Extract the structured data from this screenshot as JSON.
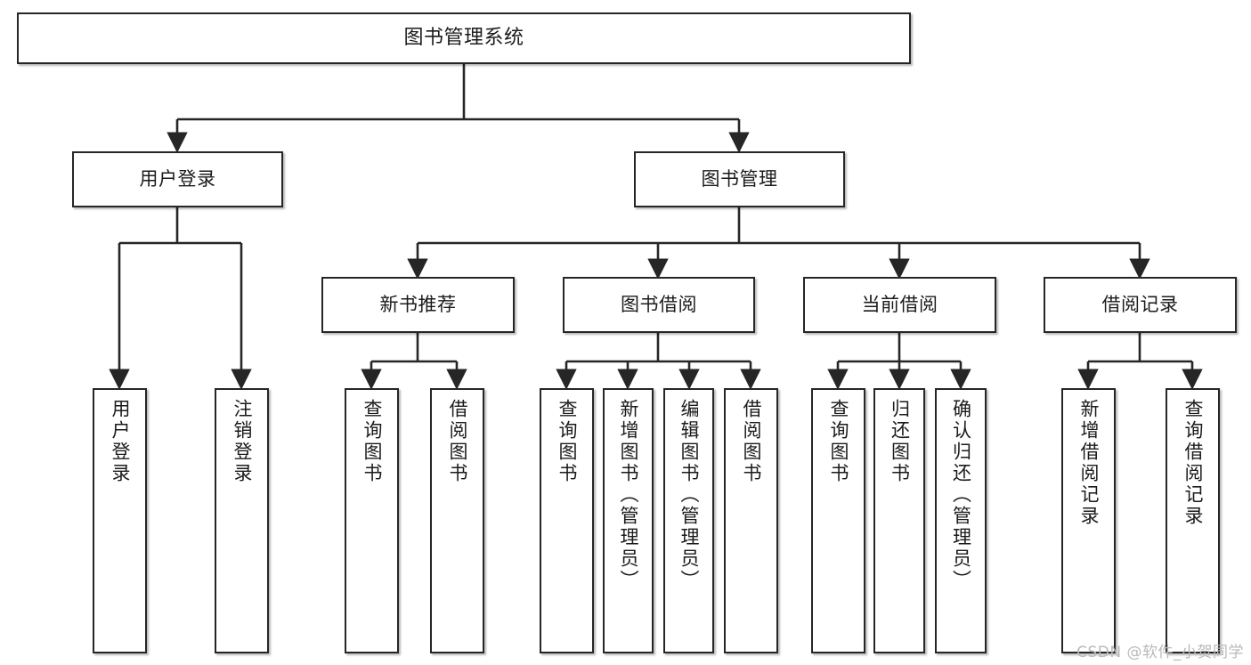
{
  "diagram": {
    "title": "图书管理系统",
    "watermark": "CSDN @软件_小贺同学",
    "colors": {
      "box_border": "#262626",
      "box_fill": "#ffffff",
      "connector": "#262626",
      "text": "#1b1b1b",
      "watermark": "#b9b9b9"
    },
    "levels": {
      "root": {
        "label": "图书管理系统"
      },
      "level2": [
        {
          "label": "用户登录"
        },
        {
          "label": "图书管理"
        }
      ],
      "level3": [
        {
          "label": "新书推荐"
        },
        {
          "label": "图书借阅"
        },
        {
          "label": "当前借阅"
        },
        {
          "label": "借阅记录"
        }
      ],
      "leaves": {
        "user_login": [
          {
            "label": "用户登录"
          },
          {
            "label": "注销登录"
          }
        ],
        "new_book_recommend": [
          {
            "label": "查询图书"
          },
          {
            "label": "借阅图书"
          }
        ],
        "book_borrow": [
          {
            "label": "查询图书"
          },
          {
            "label": "新增图书（管理员）"
          },
          {
            "label": "编辑图书（管理员）"
          },
          {
            "label": "借阅图书"
          }
        ],
        "current_borrow": [
          {
            "label": "查询图书"
          },
          {
            "label": "归还图书"
          },
          {
            "label": "确认归还（管理员）"
          }
        ],
        "borrow_records": [
          {
            "label": "新增借阅记录"
          },
          {
            "label": "查询借阅记录"
          }
        ]
      }
    }
  }
}
